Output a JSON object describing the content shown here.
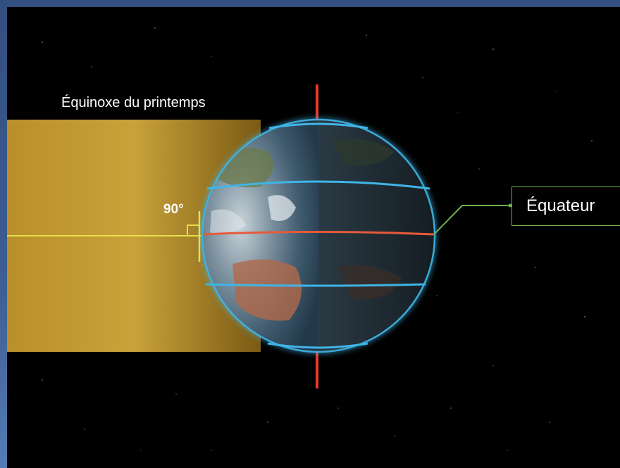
{
  "title": "Équinoxe du printemps",
  "angle_label": "90°",
  "equator_label": "Équateur",
  "colors": {
    "sunlight": "#c9a23a",
    "axis": "#e63a2a",
    "equator": "#e65a3a",
    "parallels": "#3fb5e6",
    "sun_ray": "#e6e04a",
    "leader_line": "#6fb04f"
  }
}
